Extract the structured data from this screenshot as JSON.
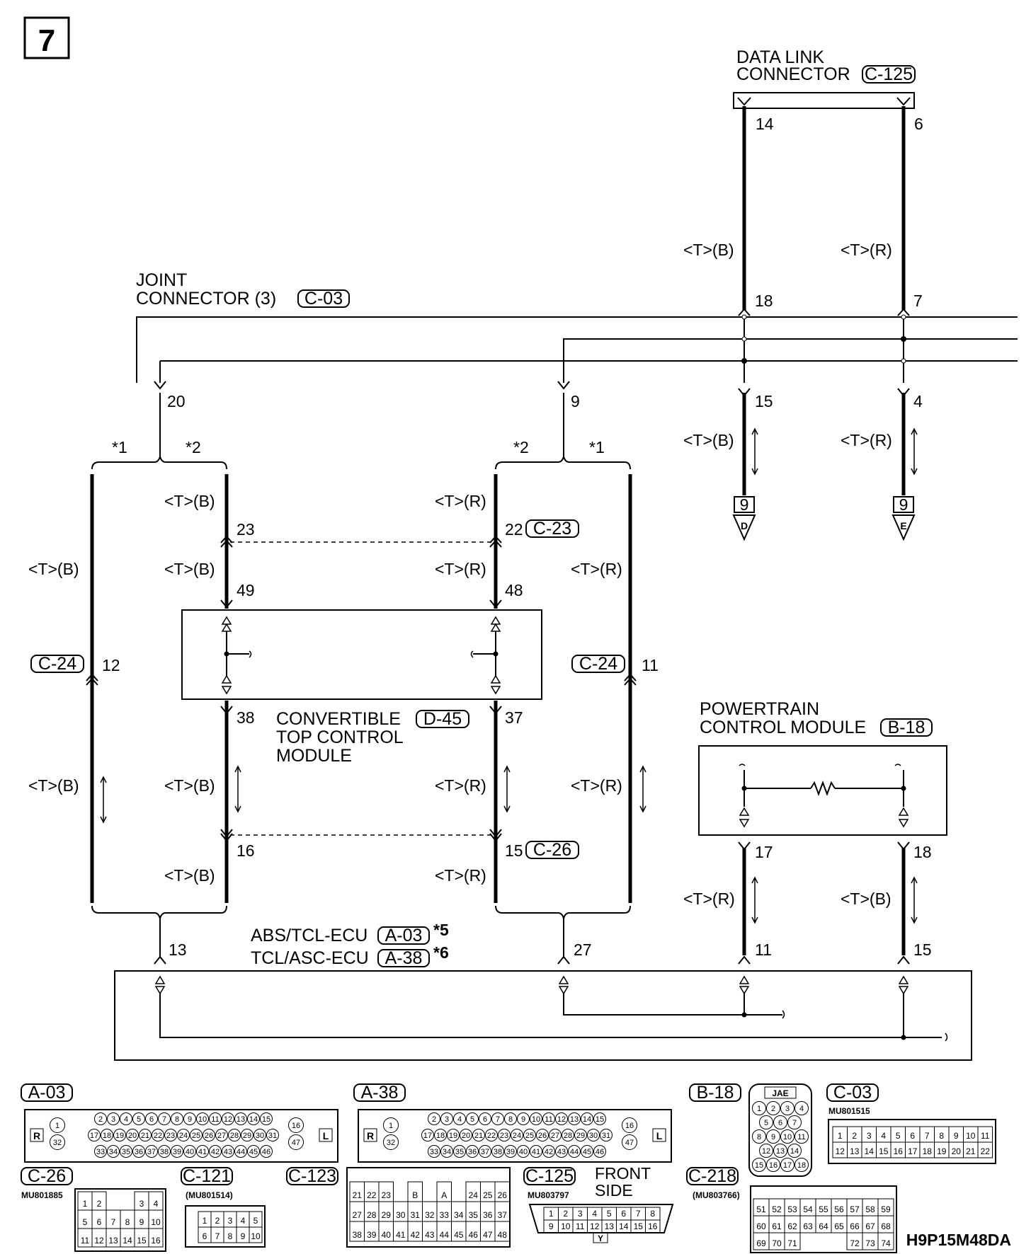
{
  "page_number": "7",
  "drawing_code": "H9P15M48DA",
  "modules": {
    "dlc": {
      "name_line1": "DATA LINK",
      "name_line2": "CONNECTOR",
      "code": "C-125"
    },
    "joint": {
      "name_line1": "JOINT",
      "name_line2": "CONNECTOR (3)",
      "code": "C-03"
    },
    "ctcm": {
      "line1": "CONVERTIBLE",
      "line2": "TOP CONTROL",
      "line3": "MODULE",
      "code": "D-45"
    },
    "pcm": {
      "line1": "POWERTRAIN",
      "line2": "CONTROL MODULE",
      "code": "B-18"
    },
    "abs": {
      "name": "ABS/TCL-ECU",
      "code": "A-03",
      "note": "*5"
    },
    "tcl": {
      "name": "TCL/ASC-ECU",
      "code": "A-38",
      "note": "*6"
    }
  },
  "wire_labels": {
    "tb": "<T>(B)",
    "tr": "<T>(R)"
  },
  "pins": {
    "dlc_a": "14",
    "dlc_b": "6",
    "j18": "18",
    "j7": "7",
    "j15": "15",
    "j4": "4",
    "j20": "20",
    "j9": "9",
    "p23": "23",
    "p22": "22",
    "p49": "49",
    "p48": "48",
    "p12": "12",
    "p11": "11",
    "p38": "38",
    "p37": "37",
    "p16": "16",
    "p15": "15",
    "pcm17": "17",
    "pcm18": "18",
    "e13": "13",
    "e27": "27",
    "e11": "11",
    "e15": "15"
  },
  "connector_codes": {
    "c23": "C-23",
    "c24": "C-24",
    "c26": "C-26"
  },
  "notes": {
    "n1": "*1",
    "n2": "*2"
  },
  "terminals": {
    "d": {
      "num": "9",
      "letter": "D"
    },
    "e": {
      "num": "9",
      "letter": "E"
    }
  },
  "legend": {
    "a03": "A-03",
    "a38": "A-38",
    "b18": "B-18",
    "c03": "C-03",
    "c03_part": "MU801515",
    "b18_maker": "JAE",
    "c26": "C-26",
    "c26_part": "MU801885",
    "c121": "C-121",
    "c121_part": "(MU801514)",
    "c123": "C-123",
    "c125": "C-125",
    "c125_part": "MU803797",
    "front_side_1": "FRONT",
    "front_side_2": "SIDE",
    "c218": "C-218",
    "c218_part": "(MU803766)",
    "letter_r": "R",
    "letter_l": "L",
    "letter_a": "A",
    "letter_b": "B",
    "letter_y": "Y"
  }
}
